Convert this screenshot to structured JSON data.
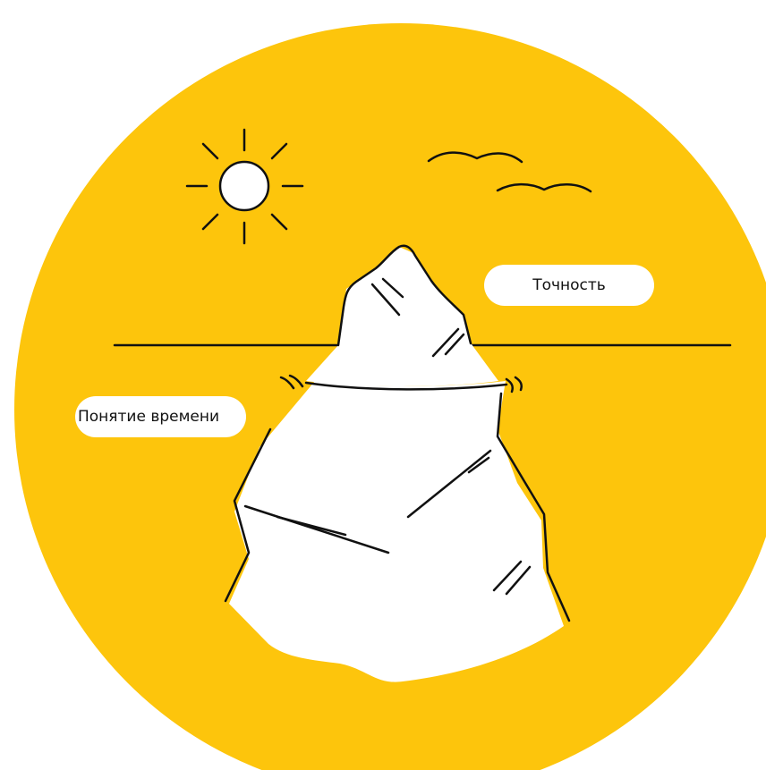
{
  "colors": {
    "circle": "#FDC50C",
    "iceberg": "#FFFFFF",
    "ink": "#111111",
    "label_bg": "#FFFFFF"
  },
  "labels": {
    "above_water": "Точность",
    "below_water": "Понятие времени"
  },
  "icons": [
    "sun-icon",
    "cloud-icon",
    "iceberg-icon",
    "horizon-line"
  ]
}
